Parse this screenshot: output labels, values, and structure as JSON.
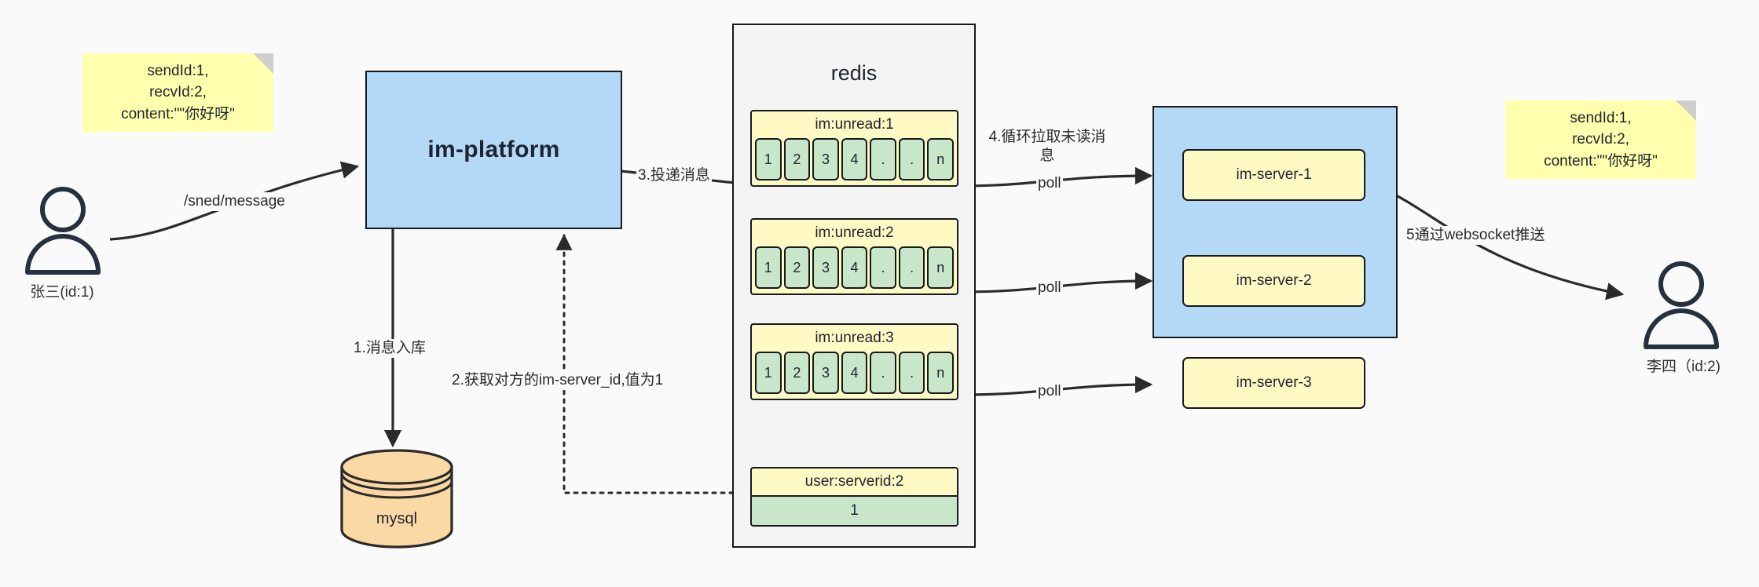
{
  "diagram": {
    "title": "IM message delivery architecture",
    "colors": {
      "background": "#fafafa",
      "sticky": "#ffffad",
      "blue_box": "#b3d9f7",
      "yellow_key": "#fff9c4",
      "green_cell": "#c8e6c9",
      "mysql_orange": "#fbd9a5",
      "stroke": "#16191d",
      "actor": "#26313f"
    }
  },
  "notes": {
    "left": {
      "name": "message-payload-note-left",
      "text": "sendId:1,\nrecvId:2,\ncontent:\"\"你好呀\""
    },
    "right": {
      "name": "message-payload-note-right",
      "text": "sendId:1,\nrecvId:2,\ncontent:\"\"你好呀\""
    }
  },
  "actors": {
    "sender": {
      "label": "张三(id:1)",
      "icon": "user-icon"
    },
    "receiver": {
      "label": "李四（id:2)",
      "icon": "user-icon"
    }
  },
  "nodes": {
    "platform": {
      "label": "im-platform"
    },
    "mysql": {
      "label": "mysql"
    },
    "redis": {
      "label": "redis"
    },
    "server_group": {
      "label": ""
    },
    "servers": [
      {
        "label": "im-server-1"
      },
      {
        "label": "im-server-2"
      },
      {
        "label": "im-server-3"
      }
    ]
  },
  "redis_keys": [
    {
      "key": "im:unread:1",
      "cells": [
        "1",
        "2",
        "3",
        "4",
        ".",
        ".",
        "n"
      ]
    },
    {
      "key": "im:unread:2",
      "cells": [
        "1",
        "2",
        "3",
        "4",
        ".",
        ".",
        "n"
      ]
    },
    {
      "key": "im:unread:3",
      "cells": [
        "1",
        "2",
        "3",
        "4",
        ".",
        ".",
        "n"
      ]
    }
  ],
  "redis_kv": {
    "key": "user:serverid:2",
    "value": "1"
  },
  "edge_labels": {
    "send_message": "/sned/message",
    "step1": "1.消息入库",
    "step2": "2.获取对方的im-server_id,值为1",
    "step3": "3.投递消息",
    "step4": "4.循环拉取未读消\n息",
    "poll1": "poll",
    "poll2": "poll",
    "poll3": "poll",
    "step5": "5通过websocket推送"
  }
}
